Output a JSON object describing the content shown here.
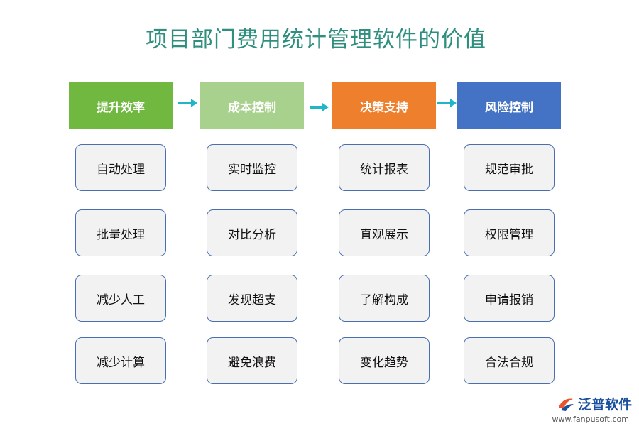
{
  "title": "项目部门费用统计管理软件的价值",
  "columns": [
    {
      "header": "提升效率",
      "color": "#70b83f",
      "items": [
        "自动处理",
        "批量处理",
        "减少人工",
        "减少计算"
      ]
    },
    {
      "header": "成本控制",
      "color": "#a9d18e",
      "items": [
        "实时监控",
        "对比分析",
        "发现超支",
        "避免浪费"
      ]
    },
    {
      "header": "决策支持",
      "color": "#ee7f2d",
      "items": [
        "统计报表",
        "直观展示",
        "了解构成",
        "变化趋势"
      ]
    },
    {
      "header": "风险控制",
      "color": "#4472c4",
      "items": [
        "规范审批",
        "权限管理",
        "申请报销",
        "合法合规"
      ]
    }
  ],
  "logo": {
    "name": "泛普软件",
    "url": "www.fanpusoft.com"
  }
}
